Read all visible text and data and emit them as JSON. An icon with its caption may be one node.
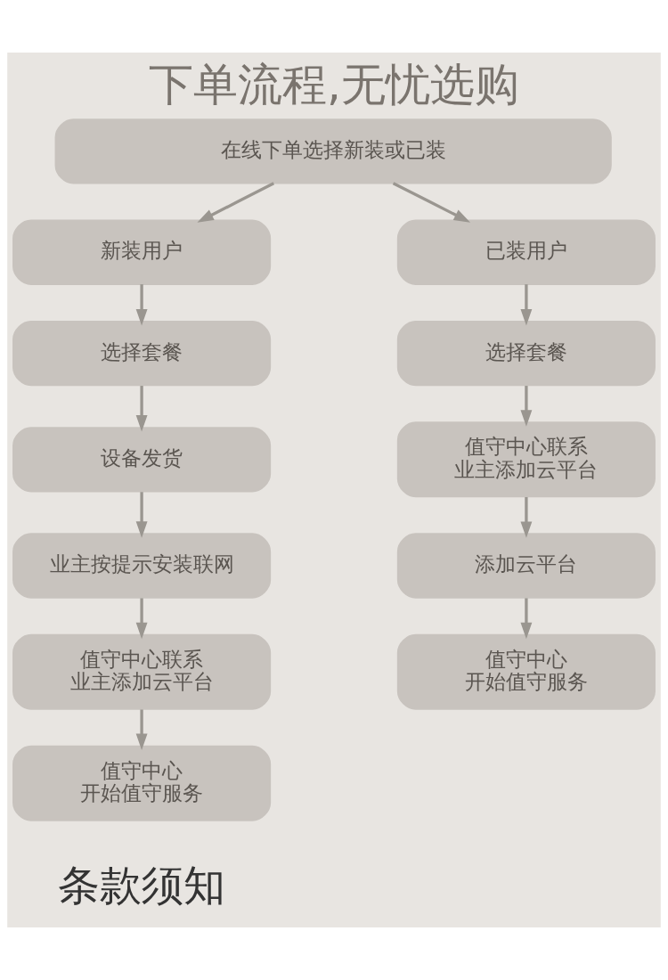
{
  "diagram": {
    "title": "下单流程,无忧选购",
    "nodes": [
      {
        "text": [
          "在线下单选择新装或已装"
        ]
      },
      {
        "text": [
          "新装用户"
        ]
      },
      {
        "text": [
          "选择套餐"
        ]
      },
      {
        "text": [
          "设备发货"
        ]
      },
      {
        "text": [
          "业主按提示安装联网"
        ]
      },
      {
        "text": [
          "值守中心联系业主添加云平台"
        ]
      },
      {
        "text": [
          "值守中心开始值守服务"
        ]
      },
      {
        "text": [
          "已装用户"
        ]
      },
      {
        "text": [
          "选择套餐"
        ]
      },
      {
        "text": [
          "值守中心联系业主添加云平台"
        ]
      },
      {
        "text": [
          "添加云平台"
        ]
      },
      {
        "text": [
          "值守中心开始值守服务"
        ]
      }
    ],
    "edges": [
      {
        "from": 0,
        "to": 1,
        "arrow": "to"
      },
      {
        "from": 0,
        "to": 7,
        "arrow": "to"
      },
      {
        "from": 1,
        "to": 2,
        "arrow": "to"
      },
      {
        "from": 2,
        "to": 3,
        "arrow": "to"
      },
      {
        "from": 3,
        "to": 4,
        "arrow": "to"
      },
      {
        "from": 4,
        "to": 5,
        "arrow": "to"
      },
      {
        "from": 5,
        "to": 6,
        "arrow": "to"
      },
      {
        "from": 7,
        "to": 8,
        "arrow": "to"
      },
      {
        "from": 8,
        "to": 9,
        "arrow": "to"
      },
      {
        "from": 9,
        "to": 10,
        "arrow": "to"
      },
      {
        "from": 10,
        "to": 11,
        "arrow": "to"
      }
    ],
    "labels": [
      "条款须知"
    ]
  }
}
